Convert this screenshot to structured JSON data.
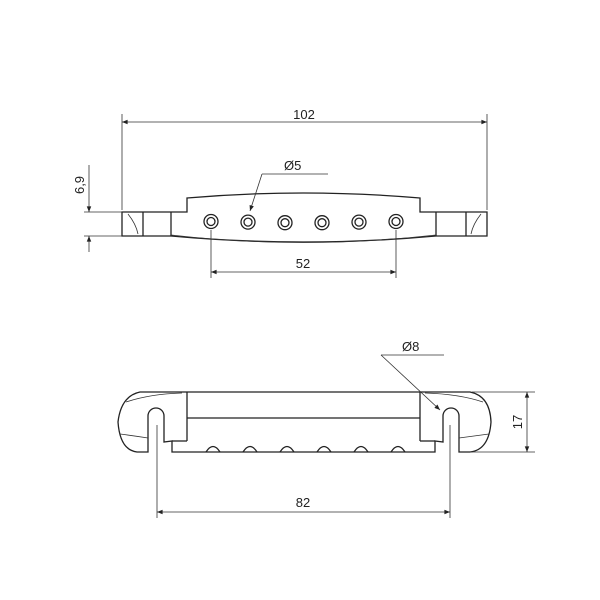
{
  "drawing": {
    "top_view": {
      "overall_width": "102",
      "hole_spacing": "52",
      "hole_diameter": "Ø5",
      "thickness": "6,9",
      "hole_count": 6
    },
    "bottom_view": {
      "stud_spacing": "82",
      "slot_diameter": "Ø8",
      "depth": "17"
    },
    "line_color": "#222222",
    "background": "#ffffff"
  }
}
